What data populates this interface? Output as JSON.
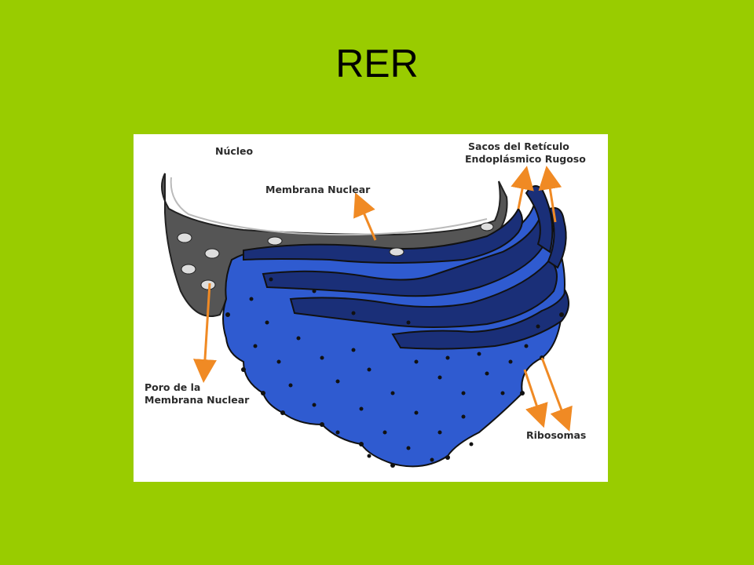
{
  "slide": {
    "title": "RER"
  },
  "colors": {
    "background": "#99cc00",
    "nucleus": "#555555",
    "er_light": "#2f5bd0",
    "er_dark": "#1a2f78",
    "arrow": "#f08a24",
    "ribosome": "#111111"
  },
  "labels": {
    "nucleus": "Núcleo",
    "nuclear_membrane": "Membrana Nuclear",
    "rer_sacs_line1": "Sacos del Retículo",
    "rer_sacs_line2": "Endoplásmico Rugoso",
    "nuclear_pore_line1": "Poro de la",
    "nuclear_pore_line2": "Membrana Nuclear",
    "ribosomes": "Ribosomas"
  }
}
